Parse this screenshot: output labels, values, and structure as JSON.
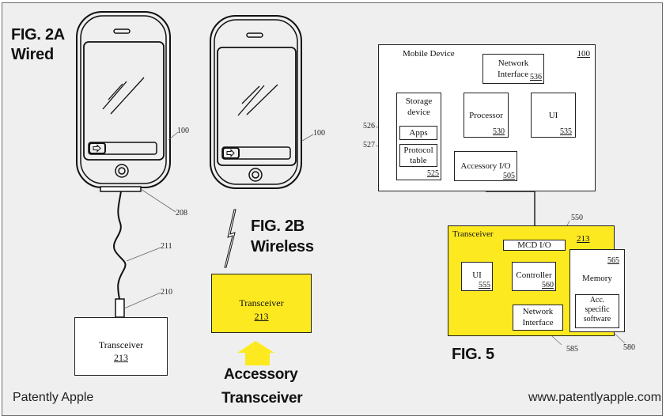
{
  "fig2a": {
    "title": "FIG. 2A",
    "subtitle": "Wired",
    "refs": {
      "device": "100",
      "connector": "208",
      "cable": "211",
      "plug": "210"
    },
    "transceiver": {
      "label": "Transceiver",
      "number": "213"
    }
  },
  "fig2b": {
    "title": "FIG. 2B",
    "subtitle": "Wireless",
    "refs": {
      "device": "100"
    },
    "transceiver": {
      "label": "Transceiver",
      "number": "213"
    },
    "callout": {
      "line1": "Accessory",
      "line2": "Transceiver"
    }
  },
  "fig5": {
    "title": "FIG. 5",
    "mobile_device": {
      "label": "Mobile Device",
      "number": "100",
      "network_interface": {
        "label_line1": "Network",
        "label_line2": "Interface",
        "number": "536"
      },
      "storage": {
        "label_line1": "Storage",
        "label_line2": "device",
        "number": "525",
        "apps": {
          "label": "Apps",
          "ref": "526"
        },
        "protocol_table": {
          "label_line1": "Protocol",
          "label_line2": "table",
          "ref": "527"
        }
      },
      "processor": {
        "label": "Processor",
        "number": "530"
      },
      "ui": {
        "label": "UI",
        "number": "535"
      },
      "accessory_io": {
        "label": "Accessory I/O",
        "number": "505"
      }
    },
    "transceiver": {
      "label": "Transceiver",
      "number": "213",
      "mcd_io": {
        "label": "MCD I/O",
        "ref": "550"
      },
      "ui": {
        "label": "UI",
        "number": "555"
      },
      "controller": {
        "label": "Controller",
        "number": "560"
      },
      "memory": {
        "label": "Memory",
        "number": "565",
        "software": {
          "line1": "Acc.",
          "line2": "specific",
          "line3": "software",
          "ref": "580"
        }
      },
      "network_interface": {
        "label_line1": "Network",
        "label_line2": "Interface",
        "ref": "585"
      }
    }
  },
  "footer": {
    "left": "Patently Apple",
    "right": "www.patentlyapple.com"
  },
  "colors": {
    "accent_yellow": "#fde920",
    "background": "#efefef",
    "line": "#222222"
  }
}
